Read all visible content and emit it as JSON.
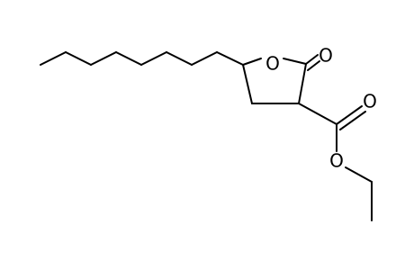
{
  "molecule": {
    "atoms": {
      "ring_oxygen": "O",
      "carbonyl_oxygen": "O",
      "ester_carbonyl_oxygen": "O",
      "ester_oxygen": "O"
    }
  },
  "colors": {
    "bond": "#000000",
    "background": "#ffffff"
  }
}
